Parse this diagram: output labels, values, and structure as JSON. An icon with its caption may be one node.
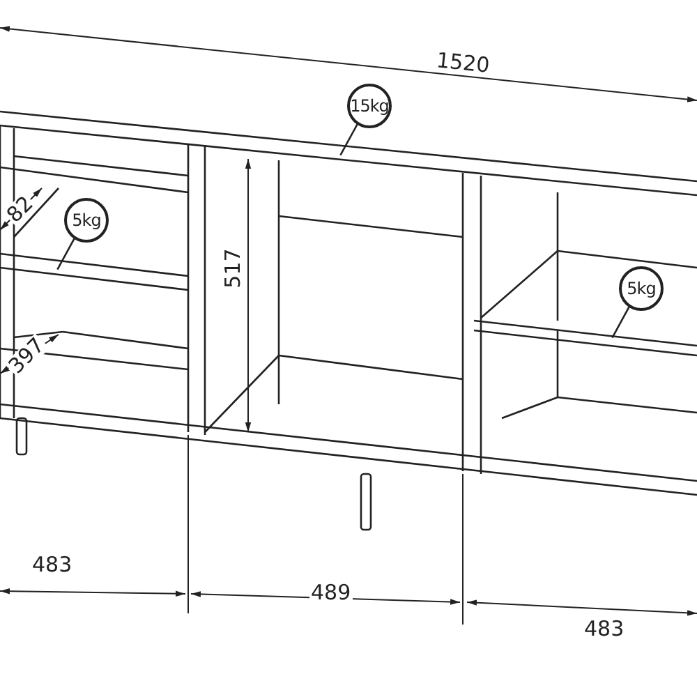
{
  "diagram": {
    "nodes": [
      {
        "text": [
          "15kg"
        ]
      },
      {
        "text": [
          "5kg"
        ]
      },
      {
        "text": [
          "5kg"
        ]
      }
    ],
    "edges": [
      {
        "from": 0,
        "to": null,
        "arrow": "none"
      },
      {
        "from": 1,
        "to": null,
        "arrow": "none"
      },
      {
        "from": 2,
        "to": null,
        "arrow": "none"
      }
    ],
    "labels": [
      "1520",
      "82",
      "397",
      "517",
      "483",
      "489",
      "483"
    ]
  }
}
